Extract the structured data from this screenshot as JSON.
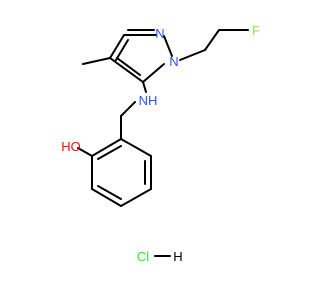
{
  "molecule": {
    "atoms": {
      "n_ring_imine": {
        "label": "N",
        "color": "#3050F8"
      },
      "n_ring_substituted": {
        "label": "N",
        "color": "#3050F8"
      },
      "fluorine": {
        "label": "F",
        "color": "#90E050"
      },
      "amine": {
        "label": "NH",
        "color": "#3050F8"
      },
      "hydroxyl": {
        "label": "HO",
        "color": "#FF0D0D"
      }
    },
    "salt": {
      "label": "Cl",
      "color": "#1FF01F",
      "partner_label": "H",
      "partner_color": "#000000"
    }
  }
}
